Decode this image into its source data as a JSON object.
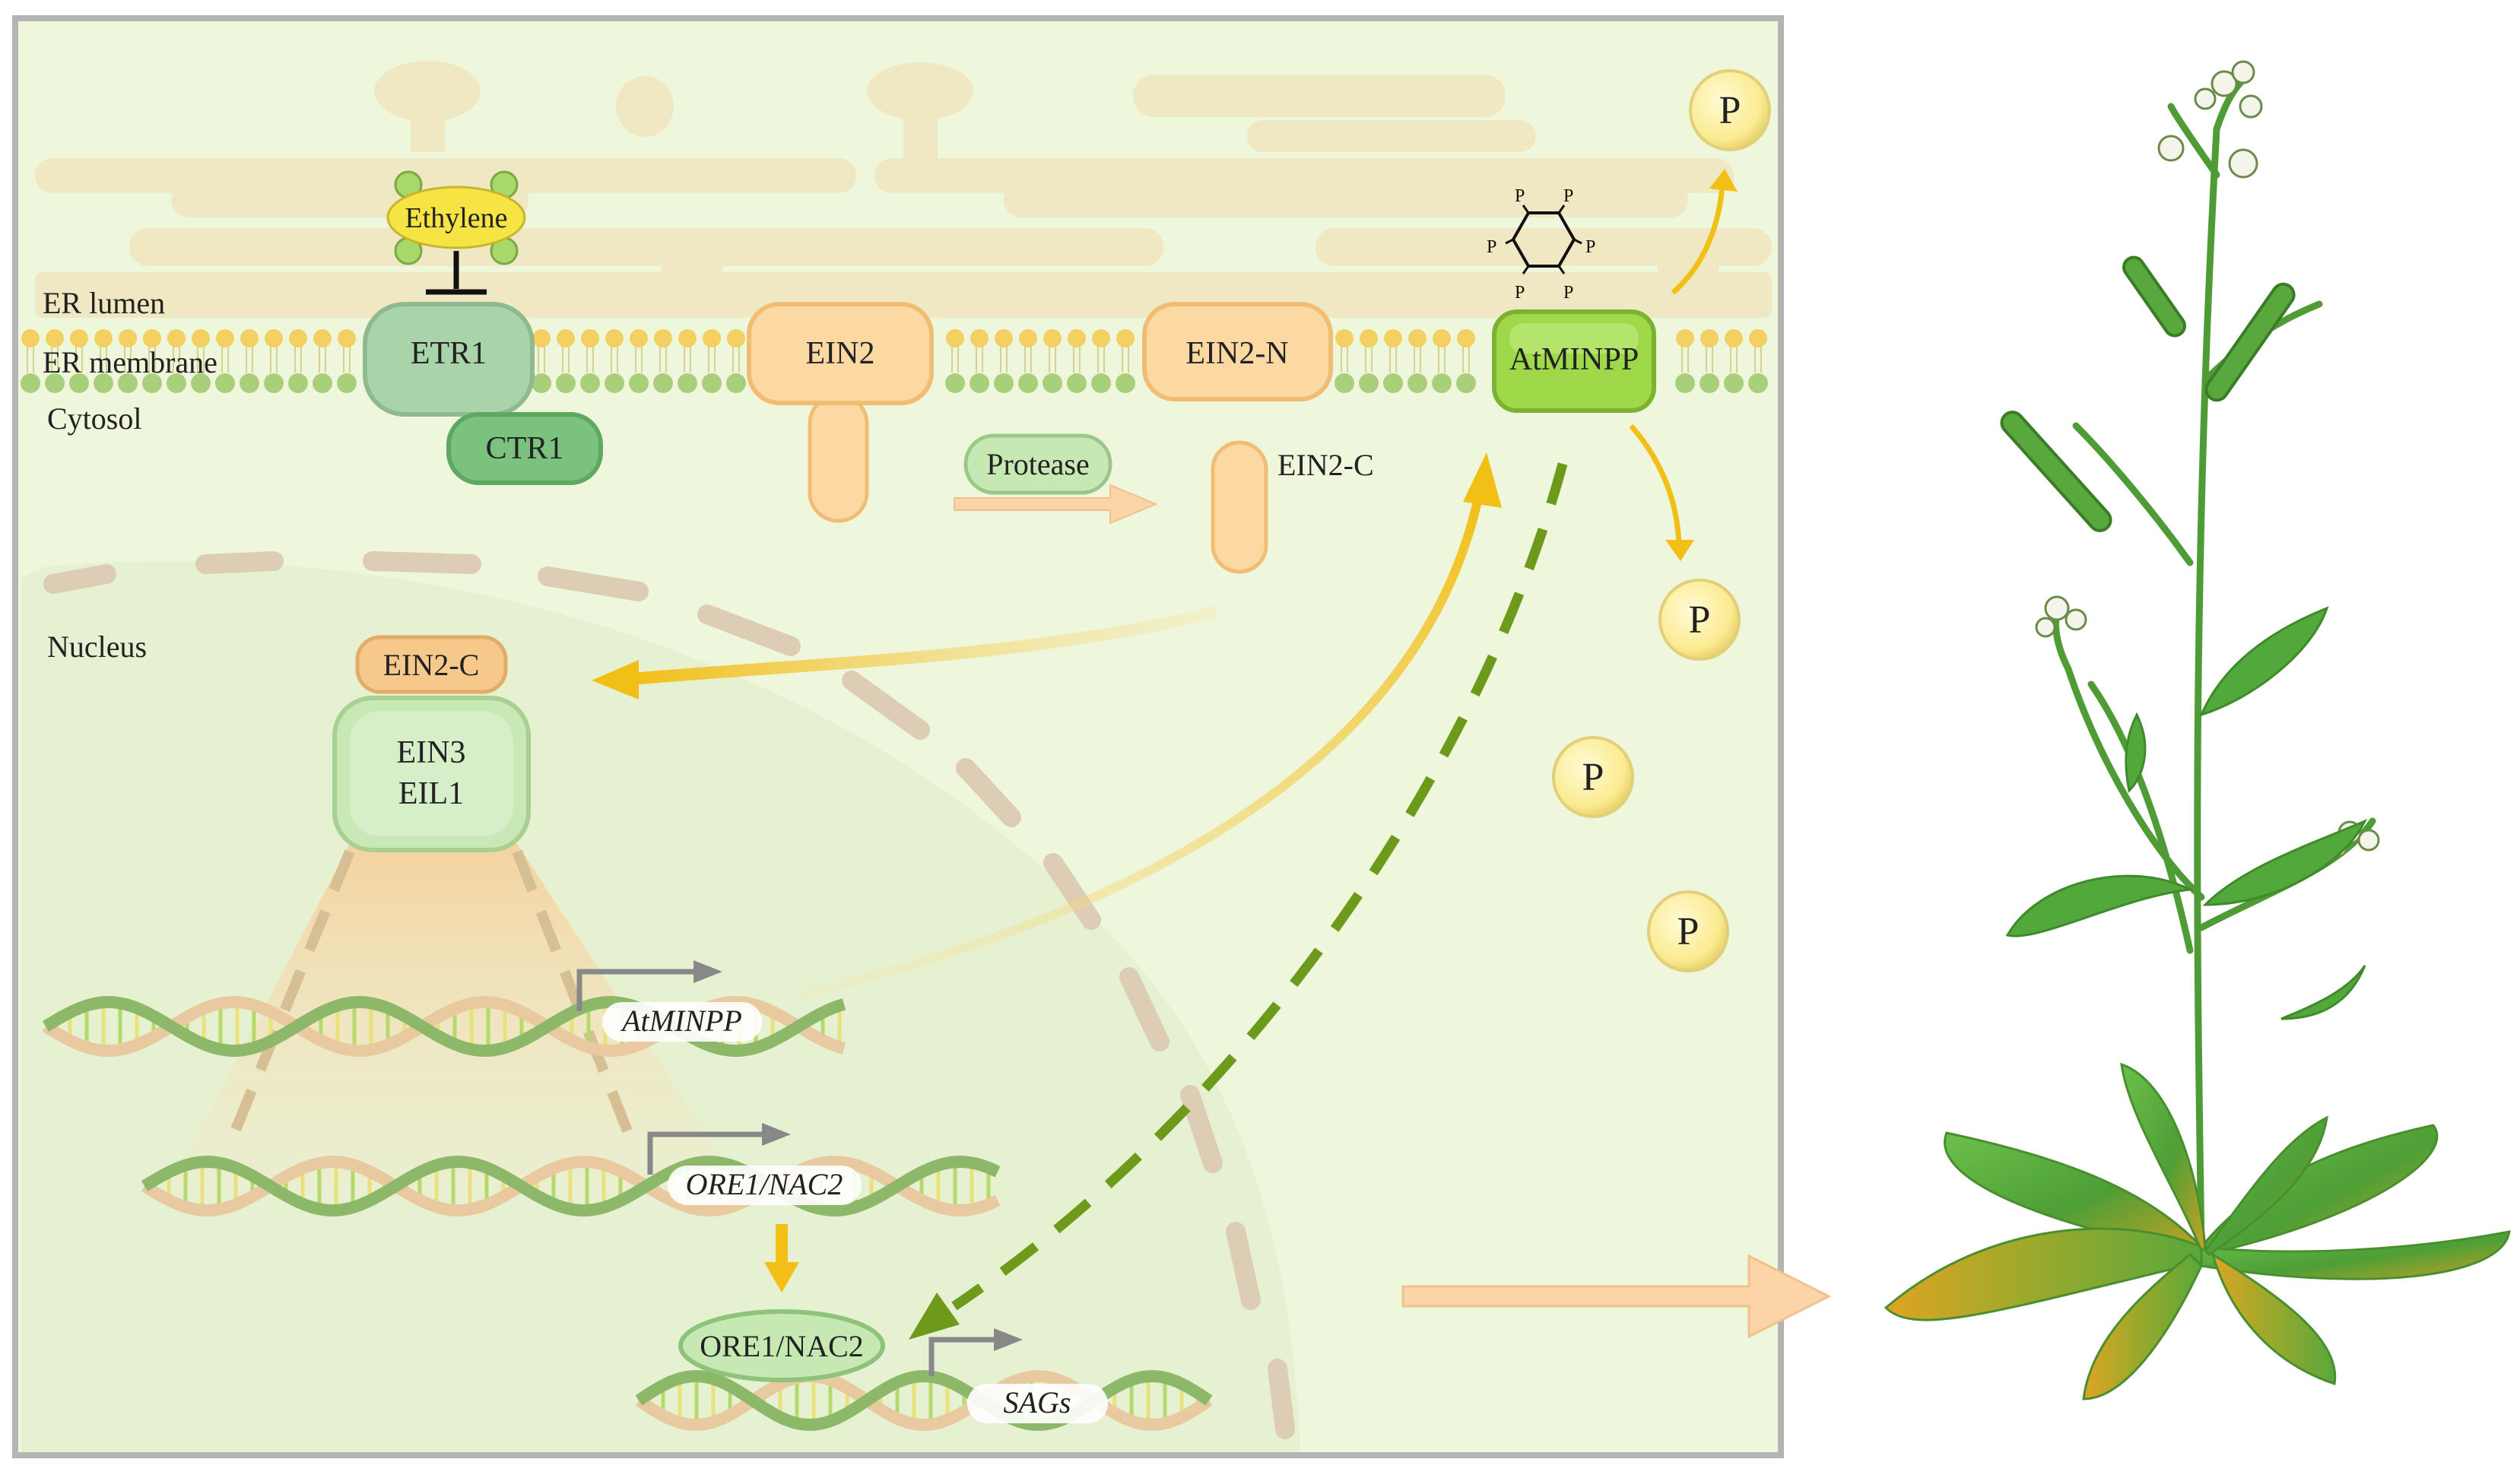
{
  "labels": {
    "ethylene": "Ethylene",
    "er_lumen": "ER lumen",
    "er_membrane": "ER membrane",
    "cytosol": "Cytosol",
    "nucleus": "Nucleus",
    "etr1": "ETR1",
    "ctr1": "CTR1",
    "ein2": "EIN2",
    "ein2_n": "EIN2-N",
    "atminpp_protein": "AtMINPP",
    "protease": "Protease",
    "ein2_c_cytosol": "EIN2-C",
    "ein2_c_nucleus": "EIN2-C",
    "ein3": "EIN3",
    "eil1": "EIL1",
    "gene_atminpp": "AtMINPP",
    "gene_ore1": "ORE1/NAC2",
    "protein_ore1": "ORE1/NAC2",
    "gene_sags": "SAGs",
    "phosphate": "P",
    "ring_phosphate": "P"
  },
  "colors": {
    "cell_fill": "#eef6dc",
    "frame": "#b4b4b4",
    "er_fill": "#efe8c2",
    "membrane_head_yellow": "#f4cf62",
    "membrane_head_green": "#a8d07a",
    "etr1_fill": "#a9d4a9",
    "ctr1_fill": "#7cc27f",
    "ein2_fill": "#fcd9a2",
    "atminpp_fill": "#9fd94a",
    "ein3_fill": "#c8e9b6",
    "yellow_arrow": "#f2bf17",
    "green_dash": "#6e9a1c",
    "phosphate_fill": "#fdf2a6",
    "dna_green": "#8db86a",
    "dna_tan": "#e8c9a0",
    "plant_green": "#4fa63a"
  }
}
